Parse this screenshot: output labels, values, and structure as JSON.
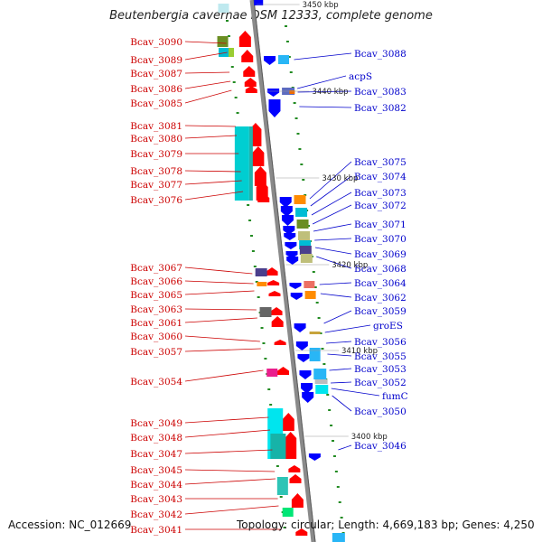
{
  "title": "Beutenbergia cavernae DSM 12333, complete genome",
  "footer": {
    "accession": "Accession: NC_012669",
    "topology": "Topology: circular; Length: 4,669,183 bp; Genes: 4,250"
  },
  "scale_marks": [
    "3450 kbp",
    "3440 kbp",
    "3430 kbp",
    "3420 kbp",
    "3410 kbp",
    "3400 kbp"
  ],
  "left_genes": [
    "Bcav_3090",
    "Bcav_3089",
    "Bcav_3087",
    "Bcav_3086",
    "Bcav_3085",
    "Bcav_3081",
    "Bcav_3080",
    "Bcav_3079",
    "Bcav_3078",
    "Bcav_3077",
    "Bcav_3076",
    "Bcav_3067",
    "Bcav_3066",
    "Bcav_3065",
    "Bcav_3063",
    "Bcav_3061",
    "Bcav_3060",
    "Bcav_3057",
    "Bcav_3054",
    "Bcav_3049",
    "Bcav_3048",
    "Bcav_3047",
    "Bcav_3045",
    "Bcav_3044",
    "Bcav_3043",
    "Bcav_3042",
    "Bcav_3041"
  ],
  "right_genes": [
    "Bcav_3088",
    "acpS",
    "Bcav_3083",
    "Bcav_3082",
    "Bcav_3075",
    "Bcav_3074",
    "Bcav_3073",
    "Bcav_3072",
    "Bcav_3071",
    "Bcav_3070",
    "Bcav_3069",
    "Bcav_3068",
    "Bcav_3064",
    "Bcav_3062",
    "Bcav_3059",
    "groES",
    "Bcav_3056",
    "Bcav_3055",
    "Bcav_3053",
    "Bcav_3052",
    "fumC",
    "Bcav_3050",
    "Bcav_3046"
  ],
  "colors": {
    "forward_strand": "#ff0000",
    "reverse_strand": "#0000ff",
    "genome_line": "#888888",
    "left_label": "#cc0000",
    "right_label": "#0000cc",
    "tick": "#228b22"
  }
}
